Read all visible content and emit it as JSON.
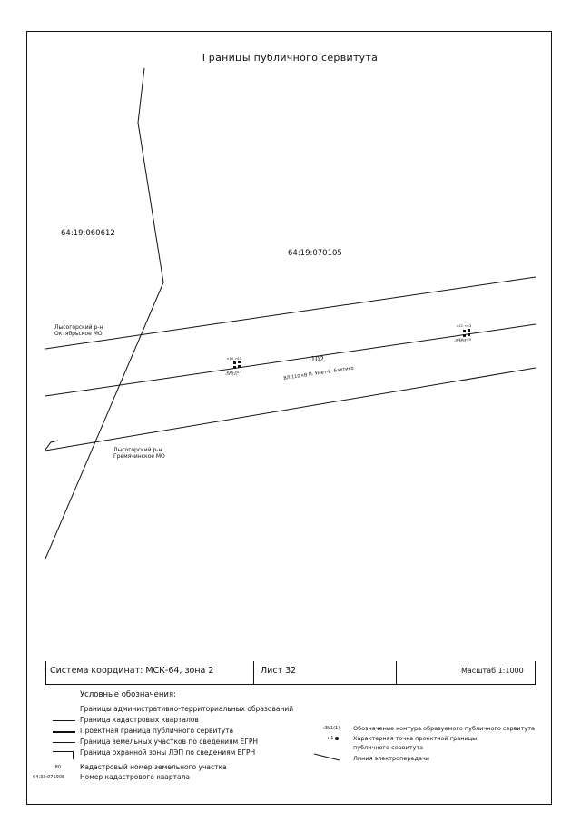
{
  "title": "Границы публичного сервитута",
  "map": {
    "block_west": "64:19:060612",
    "block_east": "64:19:070105",
    "district_top_line1": "Лысогорский р-н",
    "district_top_line2": "Октябрьское МО",
    "district_bottom_line1": "Лысогорский р-н",
    "district_bottom_line2": "Гремячинское МО",
    "parcel": ":102",
    "powerline": "ВЛ 110 кВ П. Умет-2- Балтико",
    "contour_left": ":ЗУ1(2)",
    "contour_right": ":ЗУ1(3)",
    "points_left": [
      {
        "a": "н14",
        "b": "н15"
      },
      {
        "a": "н16",
        "b": "н17"
      }
    ],
    "points_right": [
      {
        "a": "н22",
        "b": "н23"
      },
      {
        "a": "н24",
        "b": "н25"
      }
    ]
  },
  "footer": {
    "coord_system": "Система координат: МСК-64, зона 2",
    "sheet": "Лист 32",
    "scale": "Масштаб 1:1000"
  },
  "legend": {
    "title": "Условные обозначения:",
    "items": [
      "Границы административно-территориальных образований",
      "Граница кадастровых кварталов",
      "Проектная граница публичного сервитута",
      "Граница земельных участков по сведениям ЕГРН",
      "Граница охранной зоны ЛЭП по сведениям ЕГРН",
      "Кадастровый номер земельного участка",
      "Номер кадастрового квартала"
    ],
    "items_right": [
      "Обозначение контура образуемого публичного сервитута",
      "Характерная точка проектной границы",
      "публичного сервитута",
      "Линия электропередачи"
    ],
    "sym_parcel_no": ":80",
    "sym_block_no": "64:32:071908",
    "sym_contour": ":ЗУ1(1)",
    "sym_point": "н1"
  }
}
